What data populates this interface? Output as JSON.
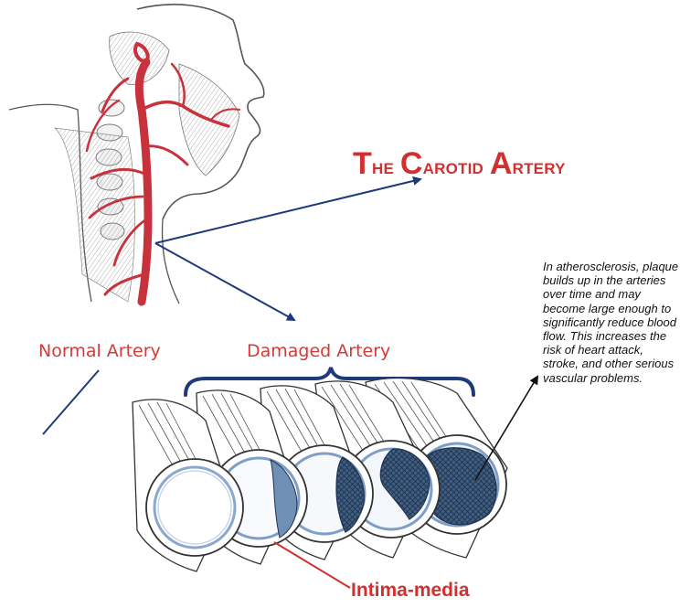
{
  "title": {
    "first_letter": "T",
    "rest1": "he ",
    "c_letter": "C",
    "rest2": "arotid ",
    "a_letter": "A",
    "rest3": "rtery"
  },
  "labels": {
    "normal_artery": "Normal Artery",
    "damaged_artery": "Damaged Artery",
    "intima_media": "Intima-media"
  },
  "caption": "In atherosclerosis, plaque builds up in the arteries over time and may become large enough to significantly reduce blood flow. This increases the risk of heart attack, stroke, and other serious vascular problems.",
  "colors": {
    "title_red": "#d32f2f",
    "label_red": "#d33a3a",
    "arrow_navy": "#1f3a7a",
    "artery_red": "#c8323c",
    "lumen_blue": "#9fb8d8",
    "plaque_dark": "#34516f"
  },
  "artery_sections": [
    {
      "name": "normal",
      "plaque_level": 0
    },
    {
      "name": "damaged-1",
      "plaque_level": 0.1
    },
    {
      "name": "damaged-2",
      "plaque_level": 0.3
    },
    {
      "name": "damaged-3",
      "plaque_level": 0.5
    },
    {
      "name": "damaged-4",
      "plaque_level": 0.75
    }
  ]
}
